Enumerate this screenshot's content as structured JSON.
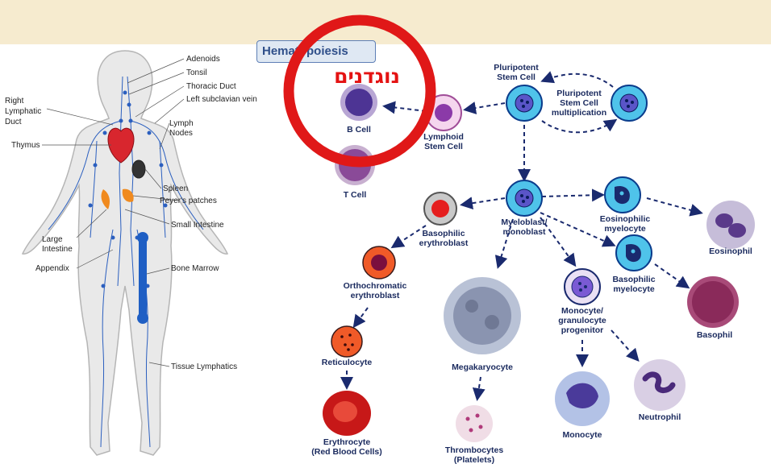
{
  "header": {
    "title_label": "Hematopoiesis",
    "annotation_text": "נוגדנים"
  },
  "body_labels": {
    "adenoids": "Adenoids",
    "tonsil": "Tonsil",
    "thoracic_duct": "Thoracic Duct",
    "left_subclavian": "Left subclavian vein",
    "right_lymphatic": "Right\nLymphatic\nDuct",
    "lymph_nodes": "Lymph\nNodes",
    "thymus": "Thymus",
    "spleen": "Spleen",
    "peyers_patches": "Peyer's patches",
    "small_intestine": "Small Intestine",
    "large_intestine": "Large\nIntestine",
    "appendix": "Appendix",
    "bone_marrow": "Bone Marrow",
    "tissue_lymphatics": "Tissue Lymphatics"
  },
  "cells": {
    "pluripotent": "Pluripotent\nStem Cell",
    "pluripotent_mult": "Pluripotent\nStem Cell\nmultiplication",
    "lymphoid": "Lymphoid\nStem Cell",
    "b_cell": "B Cell",
    "t_cell": "T Cell",
    "myeloblast": "Myeloblast/\nmonoblast",
    "basophilic_erythroblast": "Basophilic\nerythroblast",
    "orthochromatic": "Orthochromatic\nerythroblast",
    "reticulocyte": "Reticulocyte",
    "erythrocyte": "Erythrocyte\n(Red Blood Cells)",
    "megakaryocyte": "Megakaryocyte",
    "thrombocytes": "Thrombocytes\n(Platelets)",
    "monocyte_progenitor": "Monocyte/\ngranulocyte\nprogenitor",
    "monocyte": "Monocyte",
    "neutrophil": "Neutrophil",
    "eosinophilic_myelocyte": "Eosinophilic\nmyelocyte",
    "eosinophil": "Eosinophil",
    "basophilic_myelocyte": "Basophilic\nmyelocyte",
    "basophil": "Basophil"
  },
  "colors": {
    "top_band": "#f6ebcf",
    "arrow": "#1a2a6e",
    "highlight_ring": "#e01818",
    "stem_fill": "#4fc3ea",
    "lymphatic": "#2b5fbf",
    "bone": "#1f5fc4"
  }
}
